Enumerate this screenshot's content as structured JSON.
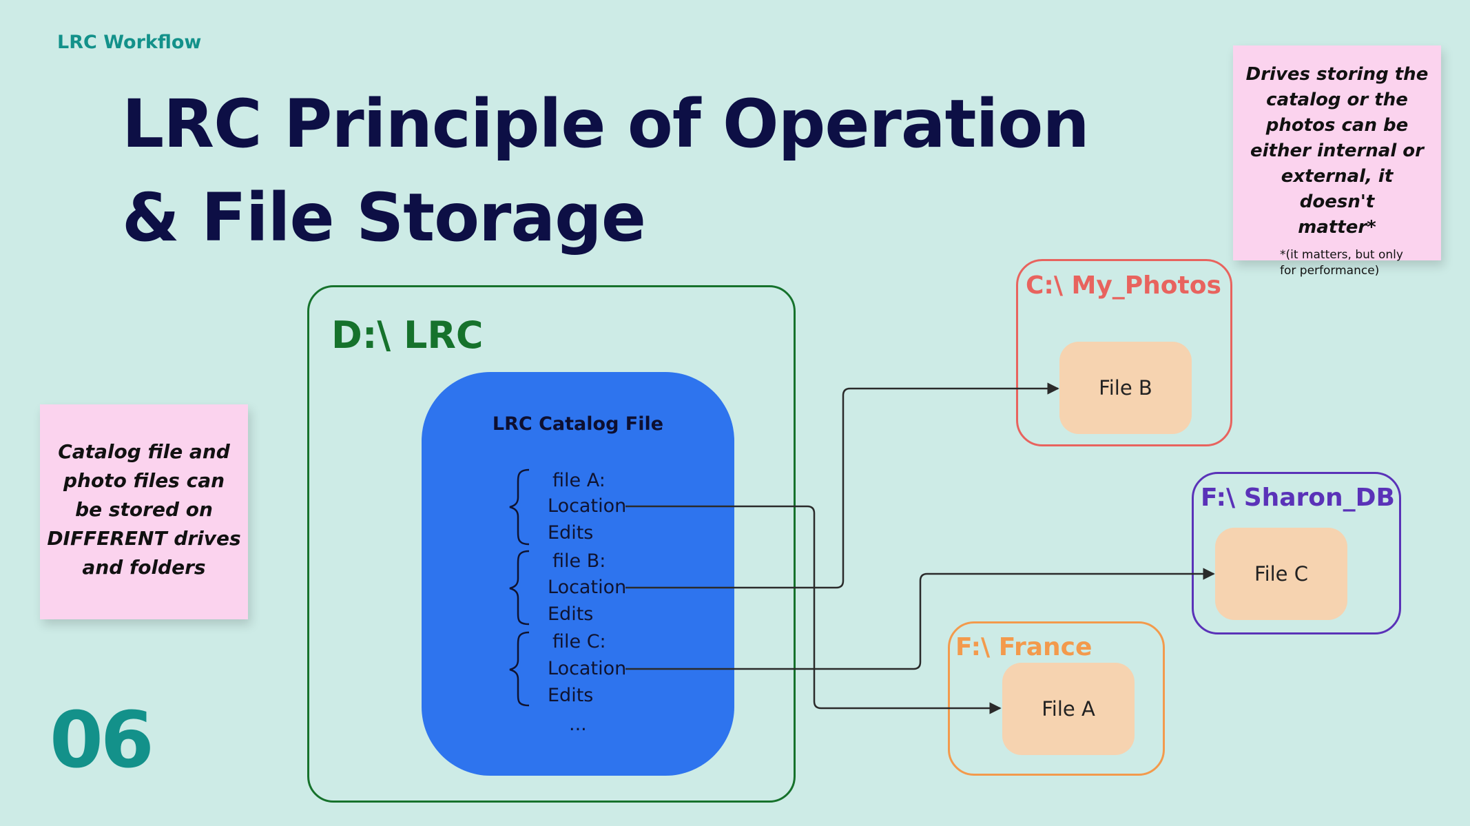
{
  "header": {
    "kicker": "LRC Workflow",
    "title_line1": "LRC Principle of Operation",
    "title_line2": "& File Storage"
  },
  "page_number": "06",
  "notes": {
    "left": [
      "Catalog file and",
      "photo files can",
      "be stored on",
      "DIFFERENT drives",
      "and folders"
    ],
    "right": [
      "Drives storing the",
      "catalog or the",
      "photos can be",
      "either internal or",
      "external, it doesn't",
      "matter*"
    ],
    "right_footnote": [
      "*(it matters, but only",
      "for performance)"
    ]
  },
  "drives": {
    "d": "D:\\ LRC",
    "c": "C:\\ My_Photos",
    "f_sharon": "F:\\ Sharon_DB",
    "f_france": "F:\\ France"
  },
  "catalog": {
    "title": "LRC Catalog File",
    "entries": [
      {
        "name": "file A:",
        "location": "Location",
        "edits": "Edits"
      },
      {
        "name": "file B:",
        "location": "Location",
        "edits": "Edits"
      },
      {
        "name": "file C:",
        "location": "Location",
        "edits": "Edits"
      }
    ],
    "more": "..."
  },
  "files": {
    "b": "File B",
    "c": "File C",
    "a": "File A"
  },
  "colors": {
    "background": "#cdebe6",
    "drive_d": "#16722c",
    "drive_c": "#e8635e",
    "drive_f_sharon": "#5a32b8",
    "drive_f_france": "#f39a4c",
    "catalog": "#2e74ee",
    "file_box": "#f6d3b0",
    "sticky": "#fbd3ee"
  }
}
